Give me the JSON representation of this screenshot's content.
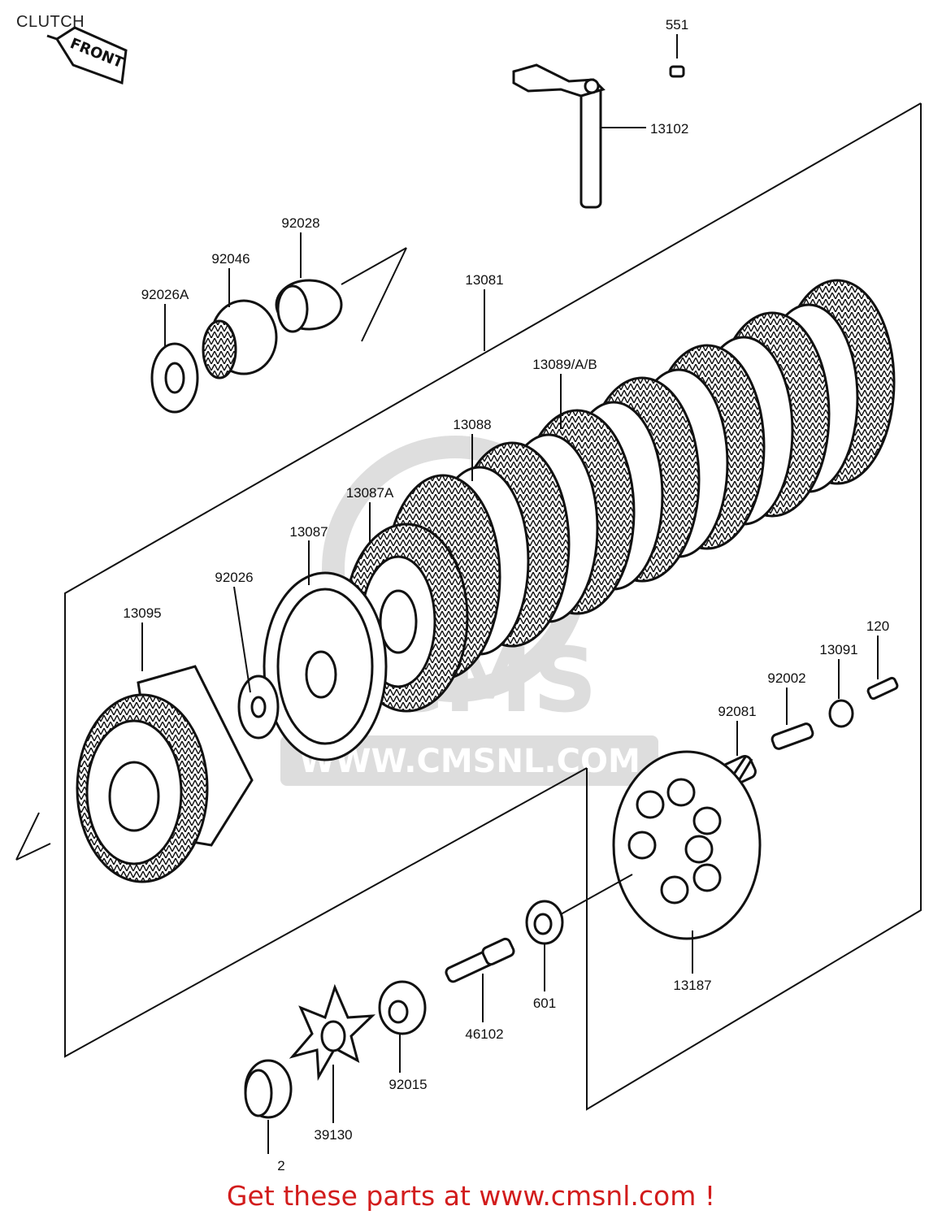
{
  "title": "CLUTCH",
  "front_label": "FRONT",
  "watermark": "WWW.CMSNL.COM",
  "footer": {
    "text": "Get these parts at www.cmsnl.com !"
  },
  "parts": {
    "p551": "551",
    "p13102": "13102",
    "p92028": "92028",
    "p92046": "92046",
    "p92026A": "92026A",
    "p13081": "13081",
    "p13089": "13089/A/B",
    "p13088": "13088",
    "p13087A": "13087A",
    "p13087": "13087",
    "p92026": "92026",
    "p13095": "13095",
    "p120": "120",
    "p13091": "13091",
    "p92002": "92002",
    "p92081": "92081",
    "p13187": "13187",
    "p601": "601",
    "p46102": "46102",
    "p92015": "92015",
    "p39130": "39130",
    "p2": "2"
  }
}
